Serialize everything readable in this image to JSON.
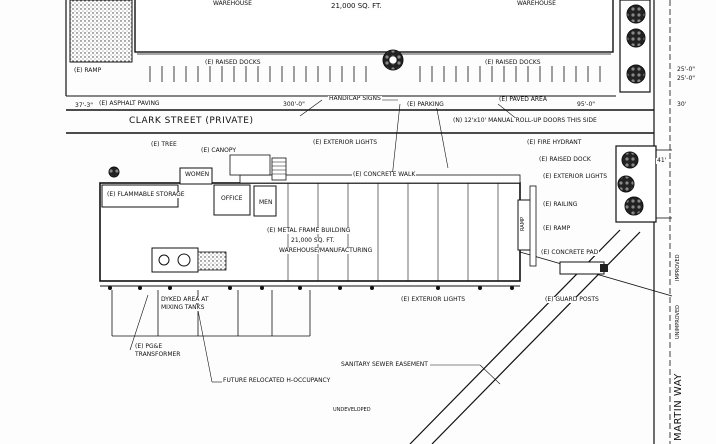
{
  "top_building": {
    "area": "21,000 SQ. FT.",
    "use_left": "WAREHOUSE",
    "use_right": "WAREHOUSE"
  },
  "top_labels": {
    "ramp": "(E) RAMP",
    "raised_docks_left": "(E) RAISED DOCKS",
    "raised_docks_right": "(E) RAISED DOCKS",
    "handicap_signs": "HANDICAP SIGNS",
    "parking": "(E) PARKING",
    "paved_area": "(E) PAVED AREA",
    "asphalt_paving": "(E) ASPHALT PAVING",
    "dim_37": "37'-3\"",
    "dim_300": "300'-0\"",
    "dim_95": "95'-0\"",
    "dim_30": "30'",
    "dim_25_a": "25'-0\"",
    "dim_25_b": "25'-0\""
  },
  "street": {
    "name": "CLARK STREET (PRIVATE)",
    "doors_note": "(N) 12'x10' MANUAL ROLL-UP DOORS THIS SIDE"
  },
  "site_labels": {
    "tree": "(E) TREE",
    "canopy": "(E) CANOPY",
    "exterior_lights_top": "(E) EXTERIOR LIGHTS",
    "concrete_walk": "(E) CONCRETE WALK",
    "fire_hydrant": "(E) FIRE HYDRANT",
    "raised_dock": "(E) RAISED DOCK",
    "exterior_lights_right": "(E) EXTERIOR LIGHTS",
    "railing": "(E) RAILING",
    "ramp": "(E) RAMP",
    "concrete_pad": "(E) CONCRETE PAD",
    "exterior_lights_bottom": "(E) EXTERIOR LIGHTS",
    "guard_posts": "(E) GUARD POSTS",
    "dyked_area_1": "DYKED AREA AT",
    "dyked_area_2": "MIXING TANKS",
    "pge_1": "(E) PG&E",
    "pge_2": "TRANSFORMER",
    "future_h": "FUTURE RELOCATED H-OCCUPANCY",
    "sewer": "SANITARY SEWER EASEMENT",
    "undeveloped": "UNDEVELOPED",
    "dim_41": "41'"
  },
  "main_building": {
    "line1": "(E) METAL FRAME BUILDING",
    "line2": "21,000 SQ. FT.",
    "line3": "WAREHOUSE/MANUFACTURING",
    "flammable_storage": "(E) FLAMMABLE STORAGE",
    "women": "WOMEN",
    "office": "OFFICE",
    "men": "MEN",
    "ramp_vertical": "RAMP"
  },
  "martin_way": {
    "name": "MARTIN WAY",
    "improved": "IMPROVED",
    "unimproved": "UNIMPROVED"
  }
}
